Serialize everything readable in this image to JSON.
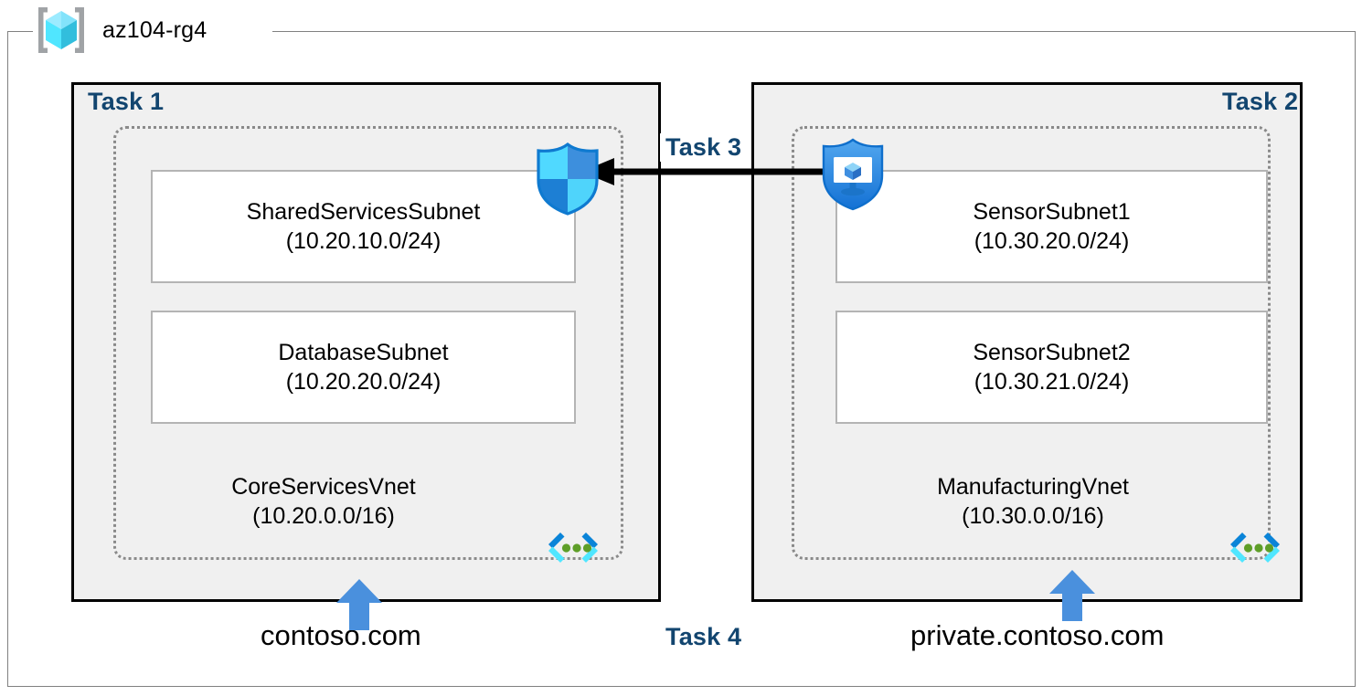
{
  "resource_group": {
    "name": "az104-rg4",
    "icon": "resource-group-cube-icon"
  },
  "tasks": {
    "task1": "Task 1",
    "task2": "Task 2",
    "task3": "Task 3",
    "task4": "Task 4"
  },
  "vnets": [
    {
      "id": "core-services",
      "name": "CoreServicesVnet",
      "address_space": "(10.20.0.0/16)",
      "icon": "vnet-subnet-icon",
      "subnets": [
        {
          "name": "SharedServicesSubnet",
          "cidr": "(10.20.10.0/24)"
        },
        {
          "name": "DatabaseSubnet",
          "cidr": "(10.20.20.0/24)"
        }
      ]
    },
    {
      "id": "manufacturing",
      "name": "ManufacturingVnet",
      "address_space": "(10.30.0.0/16)",
      "icon": "vnet-subnet-icon",
      "subnets": [
        {
          "name": "SensorSubnet1",
          "cidr": "(10.30.20.0/24)"
        },
        {
          "name": "SensorSubnet2",
          "cidr": "(10.30.21.0/24)"
        }
      ]
    }
  ],
  "icons": {
    "nsg_shield": "shield-quadrant-icon",
    "vm_shield": "shield-virtual-machine-icon",
    "peering_arrow": "left-arrow-icon",
    "dns_arrow_1": "up-arrow-icon",
    "dns_arrow_2": "up-arrow-icon"
  },
  "dns_zones": [
    {
      "name": "contoso.com"
    },
    {
      "name": "private.contoso.com"
    }
  ],
  "colors": {
    "task_label": "#12456f",
    "task_box_fill": "#f0f0f0",
    "task_box_border": "#000000",
    "vnet_border": "#8a8a8a",
    "subnet_border": "#b4b4b4",
    "rg_border": "#808080",
    "azure_blue": "#4a90dd",
    "cube_cyan": "#50e6ff",
    "dot_green": "#5e9e28"
  }
}
